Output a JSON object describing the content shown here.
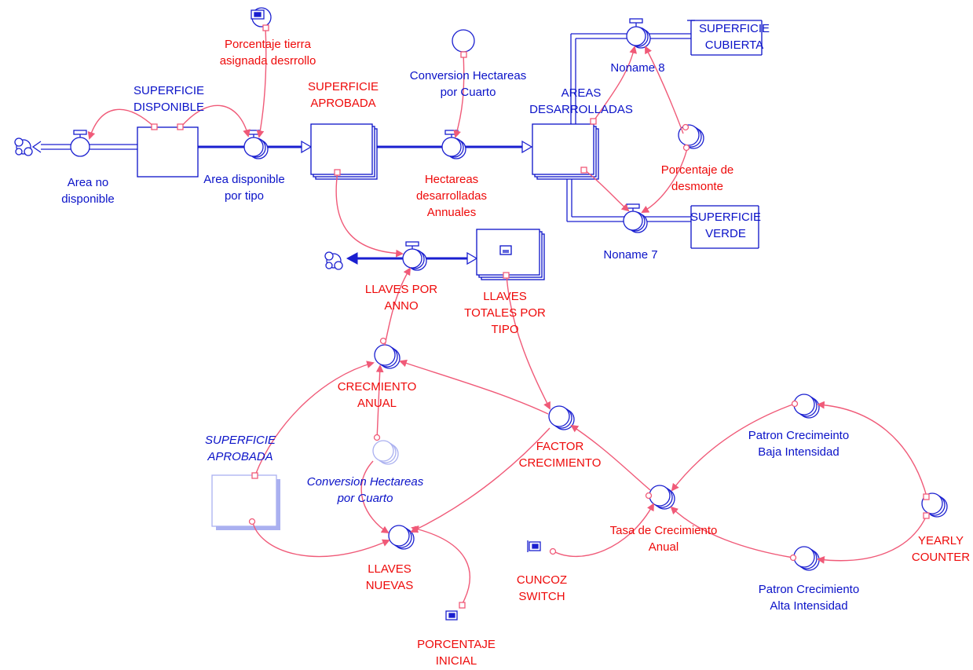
{
  "diagram": {
    "colors": {
      "flow": "#1a1fd0",
      "link": "#f05a78",
      "stock_border": "#0a12c8",
      "label_blue": "#0a12c8",
      "label_red": "#ee0a0a",
      "ghost_shadow": "#aab0f0"
    },
    "stocks": {
      "superficie_disponible": "SUPERFICIE\nDISPONIBLE",
      "superficie_aprobada": "SUPERFICIE\nAPROBADA",
      "areas_desarrolladas": "AREAS\nDESARROLLADAS",
      "superficie_cubierta": "SUPERFICIE\nCUBIERTA",
      "superficie_verde": "SUPERFICIE\nVERDE",
      "llaves_totales": "LLAVES\nTOTALES POR\nTIPO",
      "superficie_aprobada_ghost": "SUPERFICIE\nAPROBADA"
    },
    "flows": {
      "area_no_disponible": "Area no\ndisponible",
      "area_disponible": "Area disponible\npor tipo",
      "hectareas_desarrolladas": "Hectareas\ndesarrolladas\nAnnuales",
      "noname8": "Noname 8",
      "noname7": "Noname 7",
      "llaves_por_anno": "LLAVES POR\nANNO",
      "llaves_nuevas": "LLAVES\nNUEVAS"
    },
    "converters": {
      "porcentaje_tierra": "Porcentaje tierra\nasignada desrrollo",
      "conversion": "Conversion Hectareas\npor Cuarto",
      "porcentaje_desmonte": "Porcentaje de\ndesmonte",
      "crecimiento_anual": "CRECMIENTO\nANUAL",
      "conversion_ghost": "Conversion Hectareas\npor Cuarto",
      "factor": "FACTOR\nCRECIMIENTO",
      "tasa": "Tasa de Crecimiento\nAnual",
      "patron_baja": "Patron Crecimeinto\nBaja Intensidad",
      "patron_alta": "Patron Crecimiento\nAlta Intensidad",
      "yearly_counter": "YEARLY\nCOUNTER",
      "cuncoz_switch": "CUNCOZ\nSWITCH",
      "porcentaje_inicial": "PORCENTAJE\nINICIAL"
    }
  }
}
